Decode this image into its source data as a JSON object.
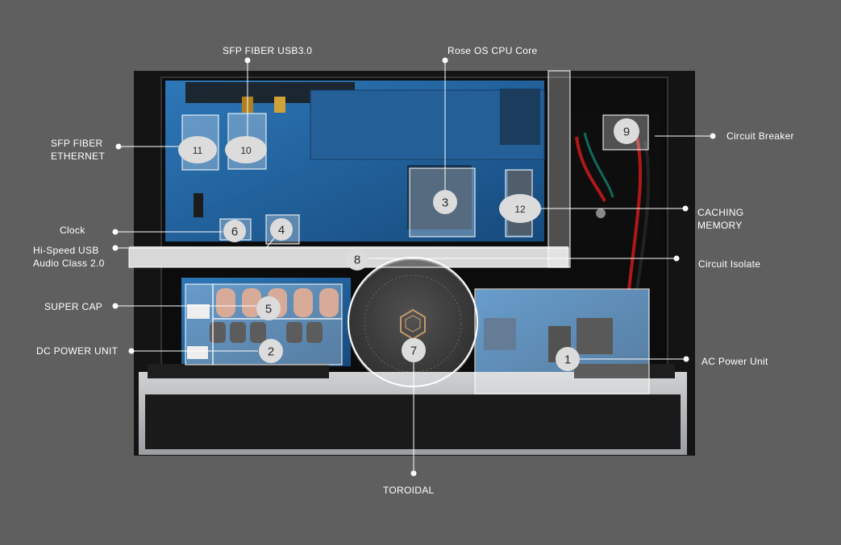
{
  "labels": {
    "sfp_fiber_usb": "SFP FIBER USB3.0",
    "rose_os": "Rose OS CPU Core",
    "circuit_breaker": "Circuit Breaker",
    "sfp_fiber_ethernet": "SFP FIBER\nETHERNET",
    "clock": "Clock",
    "hi_speed_usb": "Hi-Speed USB\nAudio Class 2.0",
    "caching_memory": "CACHING\nMEMORY",
    "circuit_isolate": "Circuit Isolate",
    "super_cap": "SUPER CAP",
    "dc_power_unit": "DC POWER UNIT",
    "ac_power_unit": "AC Power Unit",
    "toroidal": "TOROIDAL"
  },
  "markers": {
    "m1": "1",
    "m2": "2",
    "m3": "3",
    "m4": "4",
    "m5": "5",
    "m6": "6",
    "m7": "7",
    "m8": "8",
    "m9": "9",
    "m10": "10",
    "m11": "11",
    "m12": "12"
  },
  "colors": {
    "background": "#5f5f5f",
    "chassis": "#141414",
    "pcb": "#1d5c96",
    "capacitor": "#c98b72",
    "toroid": "#2b2b2b",
    "toroid_text": "#b98a57"
  }
}
